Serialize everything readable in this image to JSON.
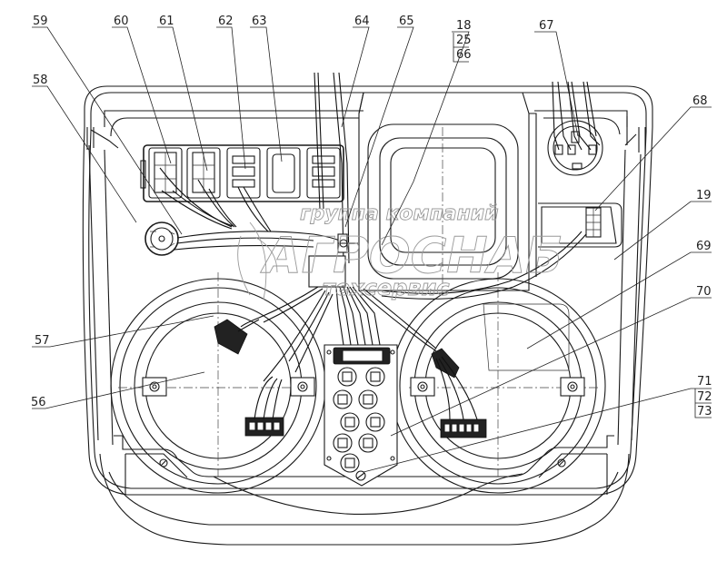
{
  "diagram": {
    "type": "technical-assembly-drawing",
    "subject": "instrument panel wiring assembly",
    "callouts": {
      "c56": "56",
      "c57": "57",
      "c58": "58",
      "c59": "59",
      "c60": "60",
      "c61": "61",
      "c62": "62",
      "c63": "63",
      "c64": "64",
      "c65": "65",
      "c18": "18",
      "c25": "25",
      "c66": "66",
      "c67": "67",
      "c68": "68",
      "c19": "19",
      "c69": "69",
      "c70": "70",
      "c71": "71",
      "c72": "72",
      "c73": "73"
    },
    "stacked_callouts": [
      [
        "18",
        "25",
        "66"
      ],
      [
        "71",
        "72",
        "73"
      ]
    ],
    "watermark": {
      "line1": "группа компаний",
      "line2": "АГРОСНАБ",
      "line3": "техсервис"
    },
    "colors": {
      "line": "#1a1a1a",
      "background": "#ffffff",
      "watermark": "#9a9a9a"
    }
  }
}
